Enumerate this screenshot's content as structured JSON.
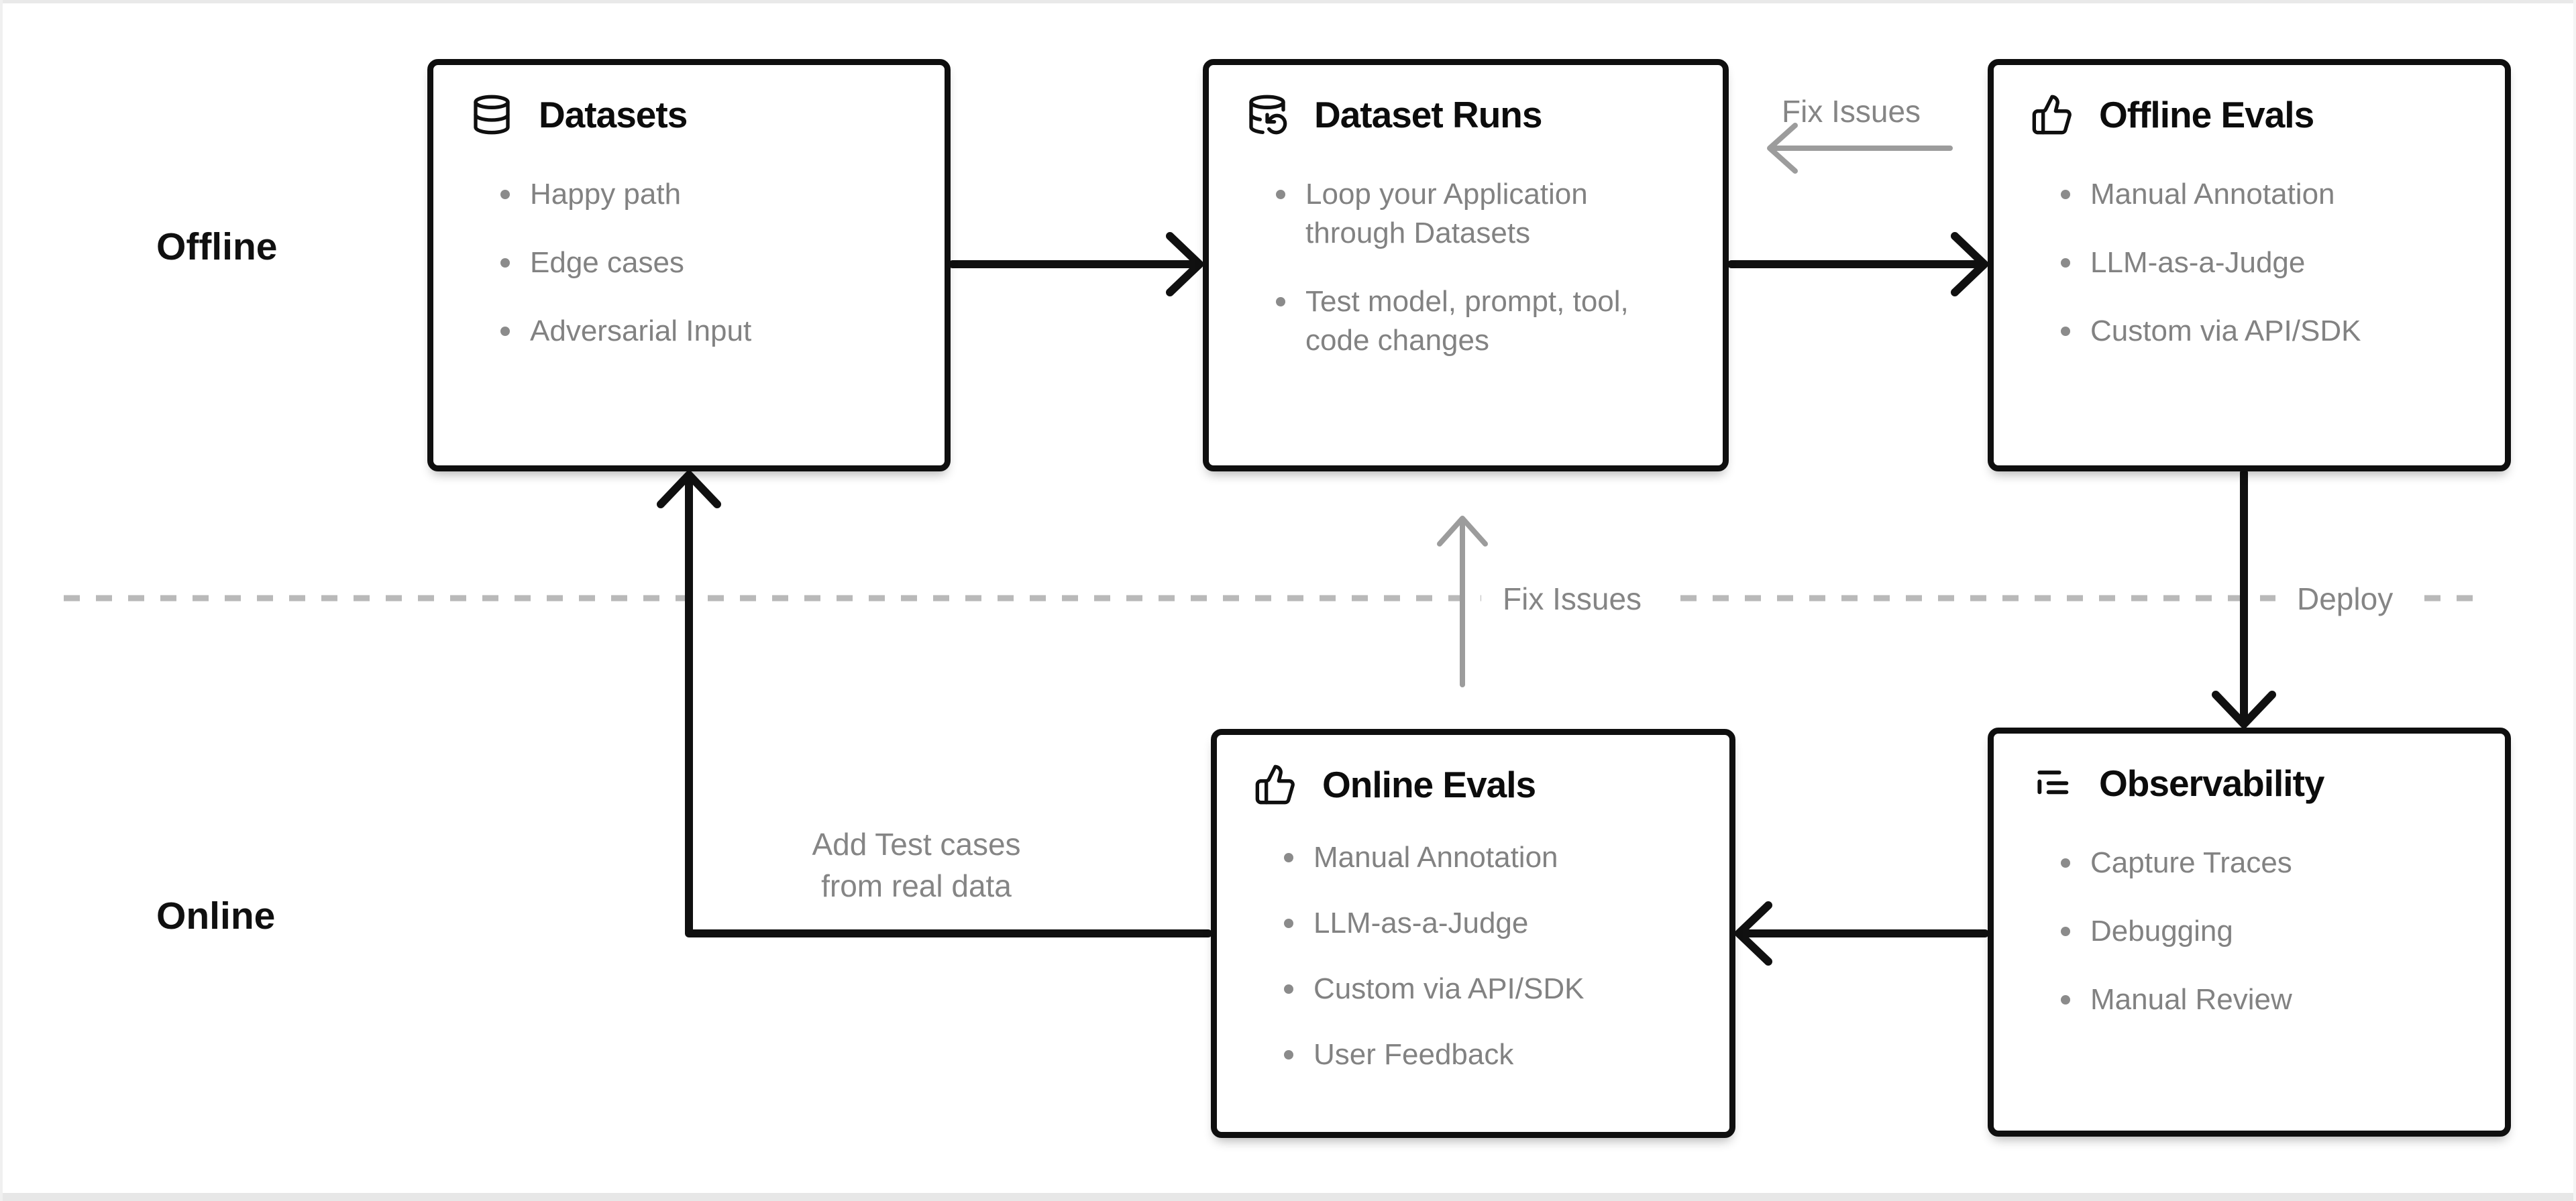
{
  "sections": {
    "offline_label": "Offline",
    "online_label": "Online"
  },
  "nodes": [
    {
      "id": "datasets",
      "icon": "database-icon",
      "title": "Datasets",
      "items": [
        "Happy path",
        "Edge cases",
        "Adversarial Input"
      ]
    },
    {
      "id": "dataset-runs",
      "icon": "database-loop-icon",
      "title": "Dataset Runs",
      "items": [
        "Loop your Application through Datasets",
        "Test model, prompt, tool, code changes"
      ]
    },
    {
      "id": "offline-evals",
      "icon": "thumbs-up-icon",
      "title": "Offline Evals",
      "items": [
        "Manual Annotation",
        "LLM-as-a-Judge",
        "Custom via API/SDK"
      ]
    },
    {
      "id": "online-evals",
      "icon": "thumbs-up-icon",
      "title": "Online Evals",
      "items": [
        "Manual Annotation",
        "LLM-as-a-Judge",
        "Custom via API/SDK",
        "User Feedback"
      ]
    },
    {
      "id": "observability",
      "icon": "list-tree-icon",
      "title": "Observability",
      "items": [
        "Capture Traces",
        "Debugging",
        "Manual Review"
      ]
    }
  ],
  "edges": {
    "fix_issues_top": "Fix Issues",
    "fix_issues_middle": "Fix Issues",
    "deploy": "Deploy",
    "add_test_cases_line1": "Add Test cases",
    "add_test_cases_line2": "from real data"
  },
  "colors": {
    "ink": "#0f0f0f",
    "muted_text": "#828282",
    "gray_arrow": "#9c9c9c",
    "dashed_divider": "#b9b9b9",
    "node_background": "#ffffff",
    "frame": "#e9e9e9"
  }
}
